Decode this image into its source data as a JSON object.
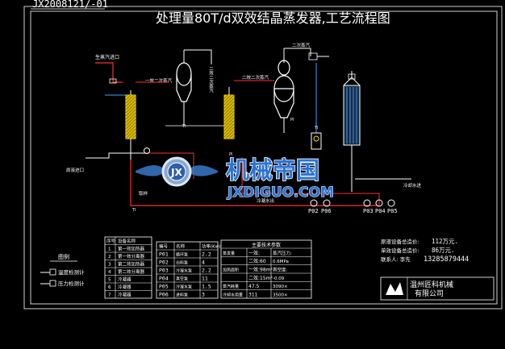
{
  "drawing_number": "JX2008121/-01",
  "title": "处理量80T/d双效结晶蒸发器,工艺流程图",
  "labels": {
    "steam_in": "生蒸汽进口",
    "effect1_vapor": "一效二次蒸汽",
    "effect2_vapor": "二效二次蒸汽",
    "vac_top": "二次蒸汽",
    "feed_in": "原液进口",
    "sample": "取样",
    "cond_out": "冷凝水出",
    "cool_water": "冷却水进"
  },
  "pumps": [
    "P02",
    "P06",
    "P03",
    "P04",
    "P05"
  ],
  "watermark": {
    "top": "机械帝国",
    "bottom": "JXDIGUO.COM",
    "badge": "JX"
  },
  "legend": {
    "title": "图例",
    "items": [
      "温度检测计",
      "压力检测计"
    ]
  },
  "equipment_table": {
    "headers": [
      "序号",
      "设备名称"
    ],
    "rows": [
      [
        "1",
        "第一效加热器"
      ],
      [
        "2",
        "第一效分离器"
      ],
      [
        "3",
        "第二效加热器"
      ],
      [
        "4",
        "第二效分离器"
      ],
      [
        "5",
        "冷凝器"
      ],
      [
        "6",
        "冷凝器"
      ],
      [
        "7",
        "冷凝器"
      ]
    ]
  },
  "pump_table": {
    "headers": [
      "编号",
      "名称",
      "功率(Kw)"
    ],
    "rows": [
      [
        "P01",
        "循环泵",
        "2.2"
      ],
      [
        "P02",
        "出料泵",
        "4"
      ],
      [
        "P03",
        "冷凝水泵",
        "2.2"
      ],
      [
        "P04",
        "真空泵",
        "11"
      ],
      [
        "P05",
        "冷凝水泵",
        "1.5"
      ],
      [
        "P06",
        "进料泵",
        "3"
      ]
    ]
  },
  "spec_table": {
    "title": "主要技术参数",
    "rows": [
      [
        "蒸发量",
        "一效:"
      ],
      [
        "",
        "二效:60"
      ],
      [
        "加热面积",
        "一效:98m²"
      ],
      [
        "",
        "二效:15m²"
      ],
      [
        "蒸汽耗量",
        "47.5"
      ],
      [
        "冷却水用量",
        "311"
      ]
    ],
    "right_col": [
      "蒸汽压力:",
      "0.6MPa",
      "真空度:",
      "-0.09",
      "3090×",
      "3500×"
    ]
  },
  "summary": [
    {
      "label": "原液设备总造价:",
      "value": "112万元."
    },
    {
      "label": "单效设备总造价:",
      "value": "86万元."
    },
    {
      "label": "联系人: 李先",
      "value": "13285879444"
    }
  ],
  "company": {
    "name": "温州匠科机械",
    "sub": "有限公司"
  }
}
